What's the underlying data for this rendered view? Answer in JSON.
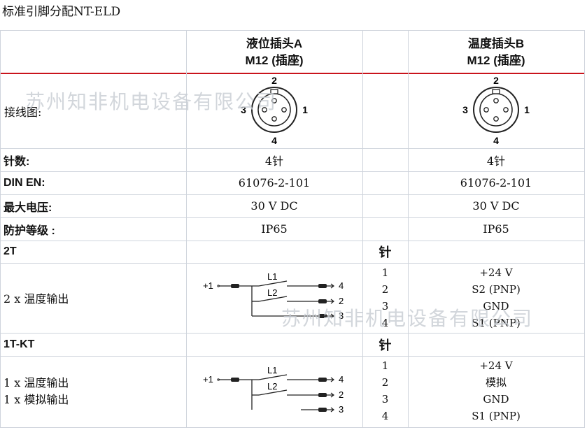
{
  "title": "标准引脚分配NT-ELD",
  "headers": {
    "a_line1": "液位插头A",
    "a_line2": "M12 (插座)",
    "b_line1": "温度插头B",
    "b_line2": "M12 (插座)"
  },
  "connector_label": "接线图:",
  "connector_pins": {
    "top": "2",
    "left": "3",
    "right": "1",
    "bottom": "4"
  },
  "rows": {
    "pin_count": {
      "label": "针数:",
      "a": "4针",
      "b": "4针"
    },
    "din_en": {
      "label": "DIN EN:",
      "a": "61076-2-101",
      "b": "61076-2-101"
    },
    "max_voltage": {
      "label": "最大电压:",
      "a": "30 V DC",
      "b": "30 V DC"
    },
    "protection": {
      "label": "防护等级 :",
      "a": "IP65",
      "b": "IP65"
    }
  },
  "section_2t": {
    "label": "2T",
    "pin_header": "针",
    "description": "2 x 温度输出",
    "pins": [
      "1",
      "2",
      "3",
      "4"
    ],
    "signals": [
      "+24 V",
      "S2 (PNP)",
      "GND",
      "S1 (PNP)"
    ],
    "diagram": {
      "in": "+1",
      "l1": "L1",
      "l2": "L2",
      "o4": "4",
      "o2": "2",
      "o3": "3"
    }
  },
  "section_1tkt": {
    "label": "1T-KT",
    "pin_header": "针",
    "description_line1": "1 x 温度输出",
    "description_line2": "1 x 模拟输出",
    "pins": [
      "1",
      "2",
      "3",
      "4"
    ],
    "signals": [
      "+24 V",
      "模拟",
      "GND",
      "S1 (PNP)"
    ],
    "diagram": {
      "in": "+1",
      "l1": "L1",
      "l2": "L2",
      "o4": "4",
      "o2": "2",
      "o3": "3"
    }
  },
  "watermark": "苏州知非机电设备有限公司",
  "colors": {
    "accent_red": "#c9141c",
    "grid": "#cfd4dc",
    "watermark": "#c8cdd3"
  }
}
